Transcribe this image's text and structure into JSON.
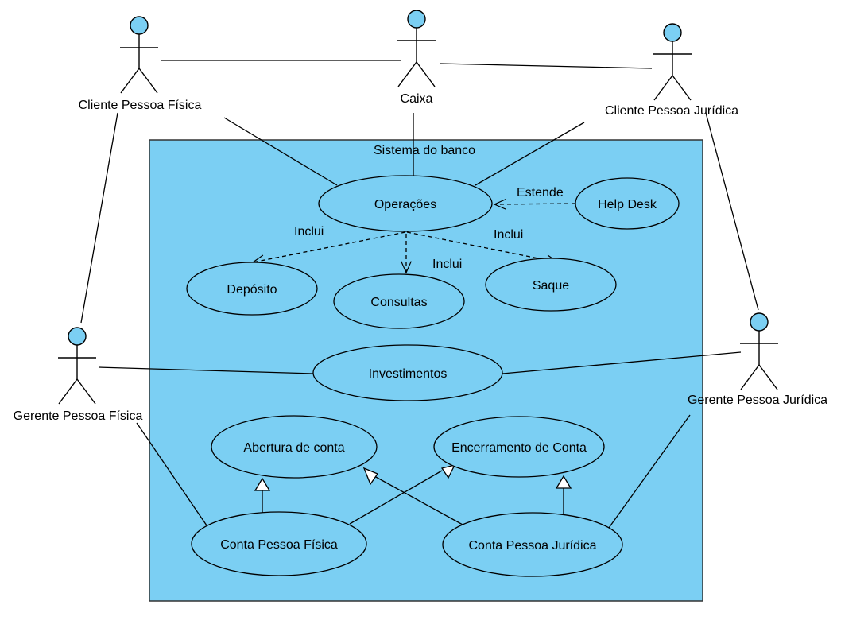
{
  "system": {
    "title": "Sistema do banco",
    "fill_color": "#7bcff3",
    "border_color": "#333333"
  },
  "actors": {
    "cliente_pf": "Cliente Pessoa Física",
    "caixa": "Caixa",
    "cliente_pj": "Cliente Pessoa Jurídica",
    "gerente_pf": "Gerente Pessoa Física",
    "gerente_pj": "Gerente Pessoa Jurídica",
    "head_color": "#7bcff3"
  },
  "use_cases": {
    "operacoes": "Operações",
    "help_desk": "Help Desk",
    "deposito": "Depósito",
    "consultas": "Consultas",
    "saque": "Saque",
    "investimentos": "Investimentos",
    "abertura": "Abertura de conta",
    "encerramento": "Encerramento de Conta",
    "conta_pf": "Conta Pessoa Física",
    "conta_pj": "Conta Pessoa Jurídica"
  },
  "relations": {
    "estende": "Estende",
    "inclui_deposito": "Inclui",
    "inclui_consultas": "Inclui",
    "inclui_saque": "Inclui"
  }
}
